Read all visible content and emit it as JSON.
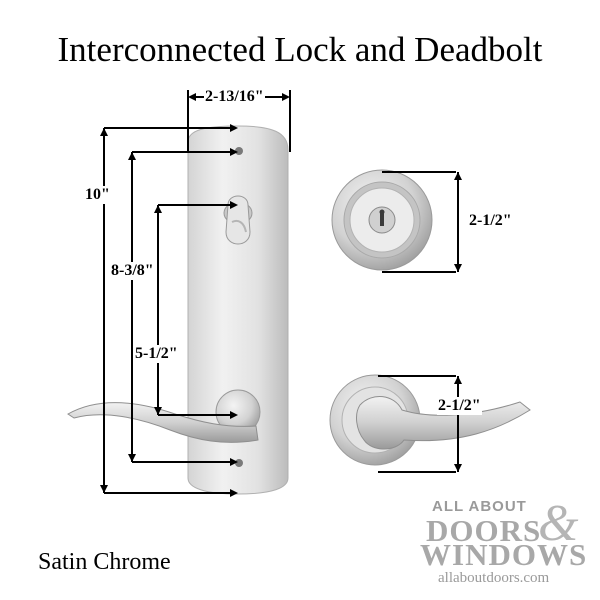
{
  "title": "Interconnected Lock and Deadbolt",
  "finish_label": "Satin Chrome",
  "dimensions": {
    "plate_width": "2-13/16\"",
    "overall_height": "10\"",
    "deadbolt_to_lever": "8-3/8\"",
    "thumbturn_to_lever": "5-1/2\"",
    "deadbolt_backset": "2-1/2\"",
    "lever_backset": "2-1/2\""
  },
  "logo": {
    "line1": "ALL ABOUT",
    "line2": "DOORS",
    "ampersand": "&",
    "line3": "WINDOWS",
    "url": "allaboutdoors.com"
  },
  "colors": {
    "satin_chrome_light": "#ececec",
    "satin_chrome_dark": "#9e9e9e",
    "logo_gray": "#a8a8a8"
  }
}
